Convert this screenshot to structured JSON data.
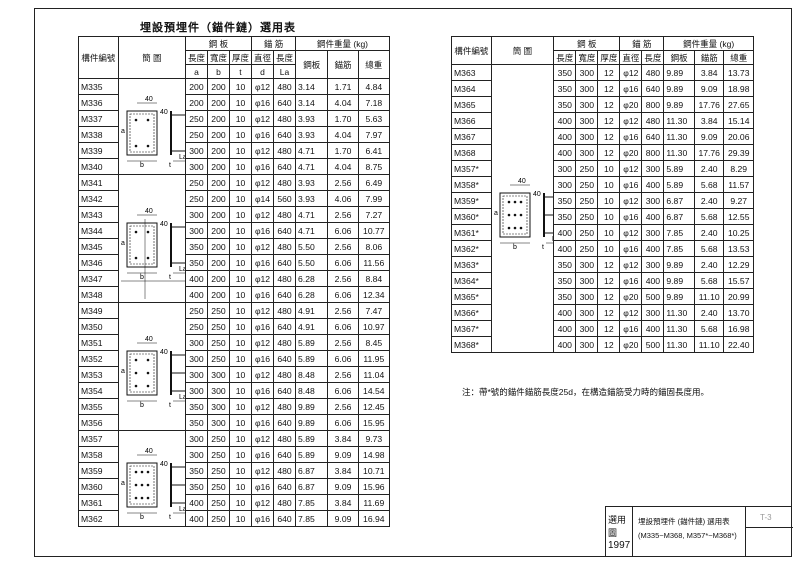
{
  "title": "埋設預埋件（錨件鏈）選用表",
  "header": {
    "code": "構件編號",
    "diagram": "簡 圖",
    "plate": "鋼 板",
    "bar": "錨 筋",
    "weight": "鋼件重量 (kg)",
    "col_a": "長度",
    "col_b": "寬度",
    "col_t": "厚度",
    "col_d": "直徑",
    "col_la": "長度",
    "sym_a": "a",
    "sym_b": "b",
    "sym_t": "t",
    "sym_d": "d",
    "sym_la": "La",
    "w_plate": "鋼板",
    "w_bar": "錨筋",
    "w_total": "總重"
  },
  "left_rows": [
    {
      "code": "M335",
      "a": "200",
      "b": "200",
      "t": "10",
      "d": "φ12",
      "la": "480",
      "wp": "3.14",
      "wb": "1.71",
      "tot": "4.84"
    },
    {
      "code": "M336",
      "a": "200",
      "b": "200",
      "t": "10",
      "d": "φ16",
      "la": "640",
      "wp": "3.14",
      "wb": "4.04",
      "tot": "7.18"
    },
    {
      "code": "M337",
      "a": "250",
      "b": "200",
      "t": "10",
      "d": "φ12",
      "la": "480",
      "wp": "3.93",
      "wb": "1.70",
      "tot": "5.63"
    },
    {
      "code": "M338",
      "a": "250",
      "b": "200",
      "t": "10",
      "d": "φ16",
      "la": "640",
      "wp": "3.93",
      "wb": "4.04",
      "tot": "7.97"
    },
    {
      "code": "M339",
      "a": "300",
      "b": "200",
      "t": "10",
      "d": "φ12",
      "la": "480",
      "wp": "4.71",
      "wb": "1.70",
      "tot": "6.41"
    },
    {
      "code": "M340",
      "a": "300",
      "b": "200",
      "t": "10",
      "d": "φ16",
      "la": "640",
      "wp": "4.71",
      "wb": "4.04",
      "tot": "8.75"
    },
    {
      "code": "M341",
      "a": "250",
      "b": "200",
      "t": "10",
      "d": "φ12",
      "la": "480",
      "wp": "3.93",
      "wb": "2.56",
      "tot": "6.49"
    },
    {
      "code": "M342",
      "a": "250",
      "b": "200",
      "t": "10",
      "d": "φ14",
      "la": "560",
      "wp": "3.93",
      "wb": "4.06",
      "tot": "7.99"
    },
    {
      "code": "M343",
      "a": "300",
      "b": "200",
      "t": "10",
      "d": "φ12",
      "la": "480",
      "wp": "4.71",
      "wb": "2.56",
      "tot": "7.27"
    },
    {
      "code": "M344",
      "a": "300",
      "b": "200",
      "t": "10",
      "d": "φ16",
      "la": "640",
      "wp": "4.71",
      "wb": "6.06",
      "tot": "10.77"
    },
    {
      "code": "M345",
      "a": "350",
      "b": "200",
      "t": "10",
      "d": "φ12",
      "la": "480",
      "wp": "5.50",
      "wb": "2.56",
      "tot": "8.06"
    },
    {
      "code": "M346",
      "a": "350",
      "b": "200",
      "t": "10",
      "d": "φ16",
      "la": "640",
      "wp": "5.50",
      "wb": "6.06",
      "tot": "11.56"
    },
    {
      "code": "M347",
      "a": "400",
      "b": "200",
      "t": "10",
      "d": "φ12",
      "la": "480",
      "wp": "6.28",
      "wb": "2.56",
      "tot": "8.84"
    },
    {
      "code": "M348",
      "a": "400",
      "b": "200",
      "t": "10",
      "d": "φ16",
      "la": "640",
      "wp": "6.28",
      "wb": "6.06",
      "tot": "12.34"
    },
    {
      "code": "M349",
      "a": "250",
      "b": "250",
      "t": "10",
      "d": "φ12",
      "la": "480",
      "wp": "4.91",
      "wb": "2.56",
      "tot": "7.47"
    },
    {
      "code": "M350",
      "a": "250",
      "b": "250",
      "t": "10",
      "d": "φ16",
      "la": "640",
      "wp": "4.91",
      "wb": "6.06",
      "tot": "10.97"
    },
    {
      "code": "M351",
      "a": "300",
      "b": "250",
      "t": "10",
      "d": "φ12",
      "la": "480",
      "wp": "5.89",
      "wb": "2.56",
      "tot": "8.45"
    },
    {
      "code": "M352",
      "a": "300",
      "b": "250",
      "t": "10",
      "d": "φ16",
      "la": "640",
      "wp": "5.89",
      "wb": "6.06",
      "tot": "11.95"
    },
    {
      "code": "M353",
      "a": "300",
      "b": "300",
      "t": "10",
      "d": "φ12",
      "la": "480",
      "wp": "8.48",
      "wb": "2.56",
      "tot": "11.04"
    },
    {
      "code": "M354",
      "a": "300",
      "b": "300",
      "t": "10",
      "d": "φ16",
      "la": "640",
      "wp": "8.48",
      "wb": "6.06",
      "tot": "14.54"
    },
    {
      "code": "M355",
      "a": "350",
      "b": "300",
      "t": "10",
      "d": "φ12",
      "la": "480",
      "wp": "9.89",
      "wb": "2.56",
      "tot": "12.45"
    },
    {
      "code": "M356",
      "a": "350",
      "b": "300",
      "t": "10",
      "d": "φ16",
      "la": "640",
      "wp": "9.89",
      "wb": "6.06",
      "tot": "15.95"
    },
    {
      "code": "M357",
      "a": "300",
      "b": "250",
      "t": "10",
      "d": "φ12",
      "la": "480",
      "wp": "5.89",
      "wb": "3.84",
      "tot": "9.73"
    },
    {
      "code": "M358",
      "a": "300",
      "b": "250",
      "t": "10",
      "d": "φ16",
      "la": "640",
      "wp": "5.89",
      "wb": "9.09",
      "tot": "14.98"
    },
    {
      "code": "M359",
      "a": "350",
      "b": "250",
      "t": "10",
      "d": "φ12",
      "la": "480",
      "wp": "6.87",
      "wb": "3.84",
      "tot": "10.71"
    },
    {
      "code": "M360",
      "a": "350",
      "b": "250",
      "t": "10",
      "d": "φ16",
      "la": "640",
      "wp": "6.87",
      "wb": "9.09",
      "tot": "15.96"
    },
    {
      "code": "M361",
      "a": "400",
      "b": "250",
      "t": "10",
      "d": "φ12",
      "la": "480",
      "wp": "7.85",
      "wb": "3.84",
      "tot": "11.69"
    },
    {
      "code": "M362",
      "a": "400",
      "b": "250",
      "t": "10",
      "d": "φ16",
      "la": "640",
      "wp": "7.85",
      "wb": "9.09",
      "tot": "16.94"
    }
  ],
  "right_rows": [
    {
      "code": "M363",
      "a": "350",
      "b": "300",
      "t": "12",
      "d": "φ12",
      "la": "480",
      "wp": "9.89",
      "wb": "3.84",
      "tot": "13.73"
    },
    {
      "code": "M364",
      "a": "350",
      "b": "300",
      "t": "12",
      "d": "φ16",
      "la": "640",
      "wp": "9.89",
      "wb": "9.09",
      "tot": "18.98"
    },
    {
      "code": "M365",
      "a": "350",
      "b": "300",
      "t": "12",
      "d": "φ20",
      "la": "800",
      "wp": "9.89",
      "wb": "17.76",
      "tot": "27.65"
    },
    {
      "code": "M366",
      "a": "400",
      "b": "300",
      "t": "12",
      "d": "φ12",
      "la": "480",
      "wp": "11.30",
      "wb": "3.84",
      "tot": "15.14"
    },
    {
      "code": "M367",
      "a": "400",
      "b": "300",
      "t": "12",
      "d": "φ16",
      "la": "640",
      "wp": "11.30",
      "wb": "9.09",
      "tot": "20.06"
    },
    {
      "code": "M368",
      "a": "400",
      "b": "300",
      "t": "12",
      "d": "φ20",
      "la": "800",
      "wp": "11.30",
      "wb": "17.76",
      "tot": "29.39"
    },
    {
      "code": "M357*",
      "a": "300",
      "b": "250",
      "t": "10",
      "d": "φ12",
      "la": "300",
      "wp": "5.89",
      "wb": "2.40",
      "tot": "8.29"
    },
    {
      "code": "M358*",
      "a": "300",
      "b": "250",
      "t": "10",
      "d": "φ16",
      "la": "400",
      "wp": "5.89",
      "wb": "5.68",
      "tot": "11.57"
    },
    {
      "code": "M359*",
      "a": "350",
      "b": "250",
      "t": "10",
      "d": "φ12",
      "la": "300",
      "wp": "6.87",
      "wb": "2.40",
      "tot": "9.27"
    },
    {
      "code": "M360*",
      "a": "350",
      "b": "250",
      "t": "10",
      "d": "φ16",
      "la": "400",
      "wp": "6.87",
      "wb": "5.68",
      "tot": "12.55"
    },
    {
      "code": "M361*",
      "a": "400",
      "b": "250",
      "t": "10",
      "d": "φ12",
      "la": "300",
      "wp": "7.85",
      "wb": "2.40",
      "tot": "10.25"
    },
    {
      "code": "M362*",
      "a": "400",
      "b": "250",
      "t": "10",
      "d": "φ16",
      "la": "400",
      "wp": "7.85",
      "wb": "5.68",
      "tot": "13.53"
    },
    {
      "code": "M363*",
      "a": "350",
      "b": "300",
      "t": "12",
      "d": "φ12",
      "la": "300",
      "wp": "9.89",
      "wb": "2.40",
      "tot": "12.29"
    },
    {
      "code": "M364*",
      "a": "350",
      "b": "300",
      "t": "12",
      "d": "φ16",
      "la": "400",
      "wp": "9.89",
      "wb": "5.68",
      "tot": "15.57"
    },
    {
      "code": "M365*",
      "a": "350",
      "b": "300",
      "t": "12",
      "d": "φ20",
      "la": "500",
      "wp": "9.89",
      "wb": "11.10",
      "tot": "20.99"
    },
    {
      "code": "M366*",
      "a": "400",
      "b": "300",
      "t": "12",
      "d": "φ12",
      "la": "300",
      "wp": "11.30",
      "wb": "2.40",
      "tot": "13.70"
    },
    {
      "code": "M367*",
      "a": "400",
      "b": "300",
      "t": "12",
      "d": "φ16",
      "la": "400",
      "wp": "11.30",
      "wb": "5.68",
      "tot": "16.98"
    },
    {
      "code": "M368*",
      "a": "400",
      "b": "300",
      "t": "12",
      "d": "φ20",
      "la": "500",
      "wp": "11.30",
      "wb": "11.10",
      "tot": "22.40"
    }
  ],
  "sketch_labels": {
    "dim40": "40",
    "b": "b",
    "a": "a",
    "t": "t",
    "la": "La"
  },
  "note": "注：帶*號的錨件錨筋長度25d，在構造錨筋受力時的錨固長度用。",
  "titleblock": {
    "t1": "選用圖",
    "t2": "1997",
    "t3": "埋設預埋件 (錨件鏈) 選用表",
    "t4": "(M335~M368, M357*~M368*)",
    "t5": "T-3"
  }
}
